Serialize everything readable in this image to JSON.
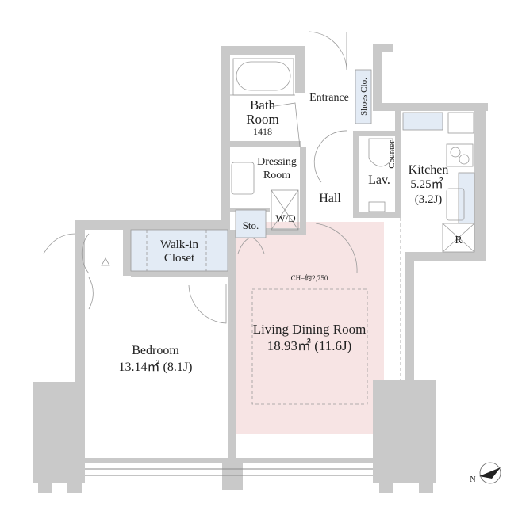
{
  "rooms": {
    "bath": {
      "name_line1": "Bath",
      "name_line2": "Room",
      "size": "1418"
    },
    "entrance": {
      "name": "Entrance"
    },
    "shoes_closet": {
      "name": "Shoes Clo."
    },
    "counter": {
      "name": "Counter"
    },
    "kitchen": {
      "name": "Kitchen",
      "area": "5.25㎡",
      "jo": "(3.2J)"
    },
    "dressing": {
      "name_line1": "Dressing",
      "name_line2": "Room"
    },
    "lavatory": {
      "name": "Lav."
    },
    "hall": {
      "name": "Hall"
    },
    "washer_dryer": {
      "name": "W/D"
    },
    "storage": {
      "name": "Sto."
    },
    "refrigerator": {
      "name": "R"
    },
    "walk_in_closet": {
      "name_line1": "Walk-in",
      "name_line2": "Closet"
    },
    "bedroom": {
      "name": "Bedroom",
      "area": "13.14㎡ (8.1J)"
    },
    "living": {
      "name": "Living Dining Room",
      "area": "18.93㎡ (11.6J)",
      "ceiling_height": "CH=約2,750"
    }
  },
  "colors": {
    "wall": "#c9c9c9",
    "living_fill": "#f7e4e4",
    "closet_fill": "#e3ebf5"
  },
  "compass": {
    "label": "N"
  }
}
